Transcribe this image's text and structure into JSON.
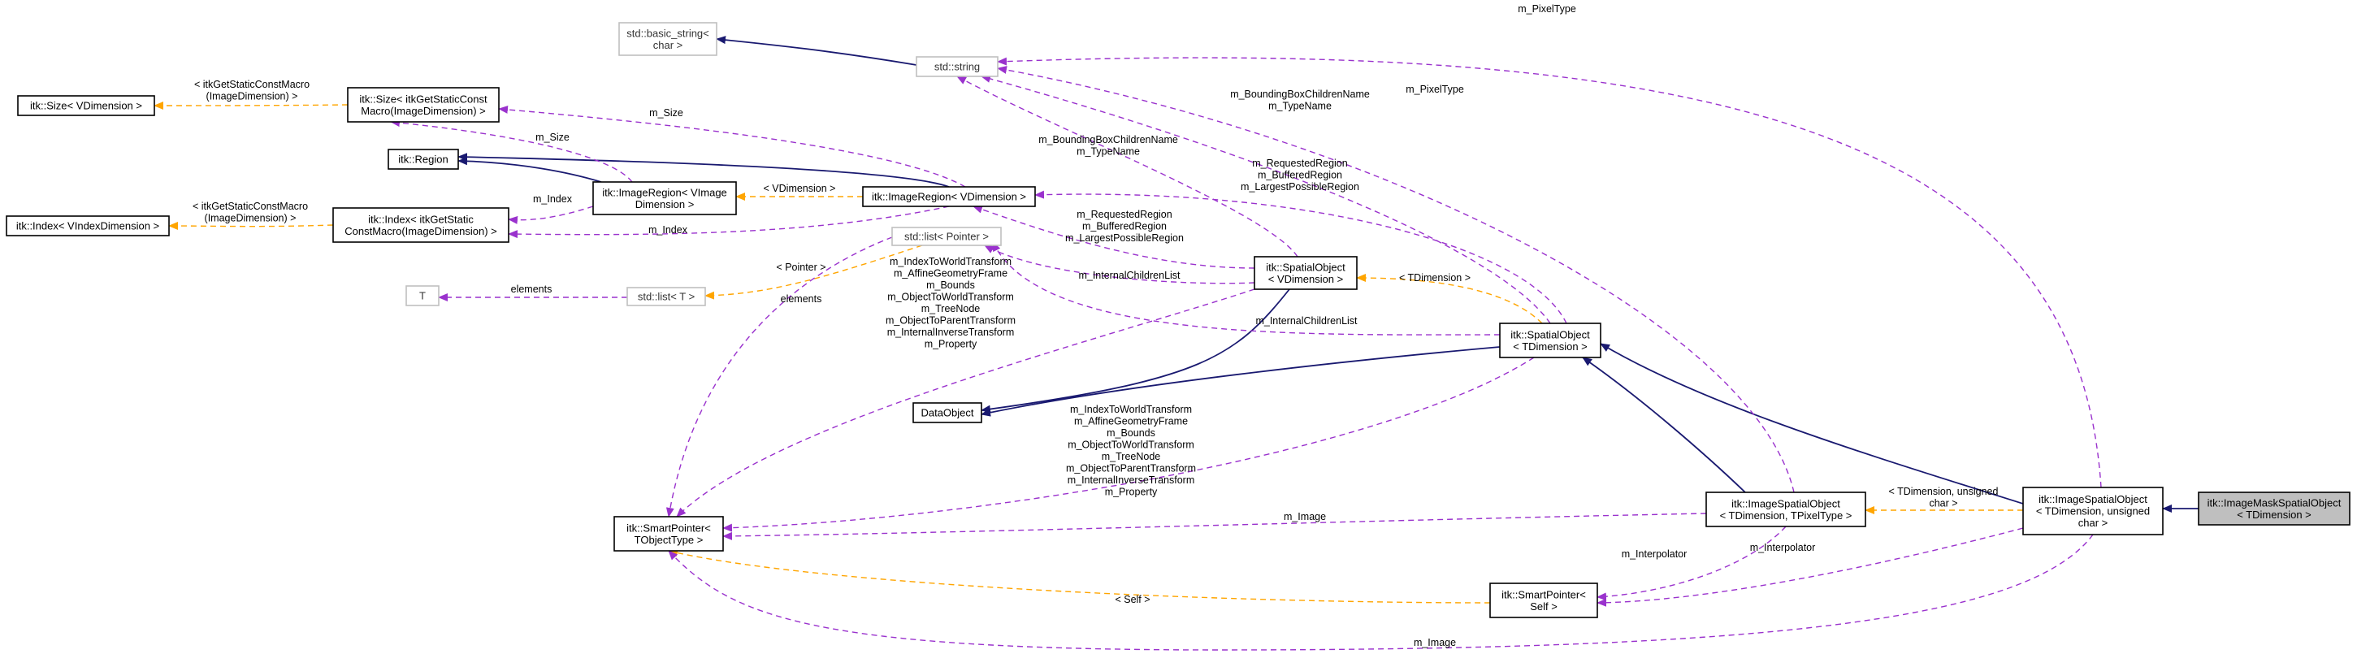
{
  "nodes": {
    "basic_string": {
      "lines": [
        "std::basic_string<",
        "char >"
      ],
      "style": "ghost"
    },
    "std_string": {
      "lines": [
        "std::string"
      ],
      "style": "ghost"
    },
    "size_vdim": {
      "lines": [
        "itk::Size< VDimension >"
      ],
      "style": "normal"
    },
    "size_macro": {
      "lines": [
        "itk::Size< itkGetStaticConst",
        "Macro(ImageDimension) >"
      ],
      "style": "normal"
    },
    "region": {
      "lines": [
        "itk::Region"
      ],
      "style": "normal"
    },
    "image_region_vimage": {
      "lines": [
        "itk::ImageRegion< VImage",
        "Dimension >"
      ],
      "style": "normal"
    },
    "image_region_vdim": {
      "lines": [
        "itk::ImageRegion< VDimension >"
      ],
      "style": "normal"
    },
    "index_vindex": {
      "lines": [
        "itk::Index< VIndexDimension >"
      ],
      "style": "normal"
    },
    "index_macro": {
      "lines": [
        "itk::Index< itkGetStatic",
        "ConstMacro(ImageDimension) >"
      ],
      "style": "normal"
    },
    "std_list_pointer": {
      "lines": [
        "std::list< Pointer >"
      ],
      "style": "ghost"
    },
    "T": {
      "lines": [
        "T"
      ],
      "style": "ghost"
    },
    "std_list_T": {
      "lines": [
        "std::list< T >"
      ],
      "style": "ghost"
    },
    "spatial_vdim": {
      "lines": [
        "itk::SpatialObject",
        "< VDimension >"
      ],
      "style": "normal"
    },
    "data_object": {
      "lines": [
        "DataObject"
      ],
      "style": "normal"
    },
    "spatial_tdim": {
      "lines": [
        "itk::SpatialObject",
        "< TDimension >"
      ],
      "style": "normal"
    },
    "smart_pointer_t": {
      "lines": [
        "itk::SmartPointer<",
        "TObjectType >"
      ],
      "style": "normal"
    },
    "image_spatial_tpixel": {
      "lines": [
        "itk::ImageSpatialObject",
        "< TDimension, TPixelType >"
      ],
      "style": "normal"
    },
    "smart_pointer_self": {
      "lines": [
        "itk::SmartPointer<",
        "Self >"
      ],
      "style": "normal"
    },
    "image_spatial_uchar": {
      "lines": [
        "itk::ImageSpatialObject",
        "< TDimension, unsigned",
        "char >"
      ],
      "style": "normal"
    },
    "image_mask": {
      "lines": [
        "itk::ImageMaskSpatialObject",
        "< TDimension >"
      ],
      "style": "focus"
    }
  },
  "edge_labels": {
    "size_vdim_tpl": [
      "< itkGetStaticConstMacro",
      "(ImageDimension) >"
    ],
    "index_vindex_tpl": [
      "< itkGetStaticConstMacro",
      "(ImageDimension) >"
    ],
    "m_size_1": [
      "m_Size"
    ],
    "m_size_2": [
      "m_Size"
    ],
    "m_index_1": [
      "m_Index"
    ],
    "m_index_2": [
      "m_Index"
    ],
    "vdim_tpl": [
      "< VDimension >"
    ],
    "pointer_tpl": [
      "< Pointer >"
    ],
    "elements_1": [
      "elements"
    ],
    "elements_2": [
      "elements"
    ],
    "tdim_tpl": [
      "< TDimension >"
    ],
    "self_tpl": [
      "< Self >"
    ],
    "uchar_tpl": [
      "< TDimension, unsigned",
      "char >"
    ],
    "m_pixeltype_top": [
      "m_PixelType"
    ],
    "m_pixeltype_2": [
      "m_PixelType"
    ],
    "bbox_names_upper": [
      "m_BoundingBoxChildrenName",
      "m_TypeName"
    ],
    "bbox_names_lower": [
      "m_BoundingBoxChildrenName",
      "m_TypeName"
    ],
    "regions_upper": [
      "m_RequestedRegion",
      "m_BufferedRegion",
      "m_LargestPossibleRegion"
    ],
    "regions_lower": [
      "m_RequestedRegion",
      "m_BufferedRegion",
      "m_LargestPossibleRegion"
    ],
    "children_1": [
      "m_InternalChildrenList"
    ],
    "children_2": [
      "m_InternalChildrenList"
    ],
    "transforms_upper": [
      "m_IndexToWorldTransform",
      "m_AffineGeometryFrame",
      "m_Bounds",
      "m_ObjectToWorldTransform",
      "m_TreeNode",
      "m_ObjectToParentTransform",
      "m_InternalInverseTransform",
      "m_Property"
    ],
    "transforms_lower": [
      "m_IndexToWorldTransform",
      "m_AffineGeometryFrame",
      "m_Bounds",
      "m_ObjectToWorldTransform",
      "m_TreeNode",
      "m_ObjectToParentTransform",
      "m_InternalInverseTransform",
      "m_Property"
    ],
    "m_image_1": [
      "m_Image"
    ],
    "m_image_2": [
      "m_Image"
    ],
    "m_interpolator_1": [
      "m_Interpolator"
    ],
    "m_interpolator_2": [
      "m_Interpolator"
    ]
  }
}
